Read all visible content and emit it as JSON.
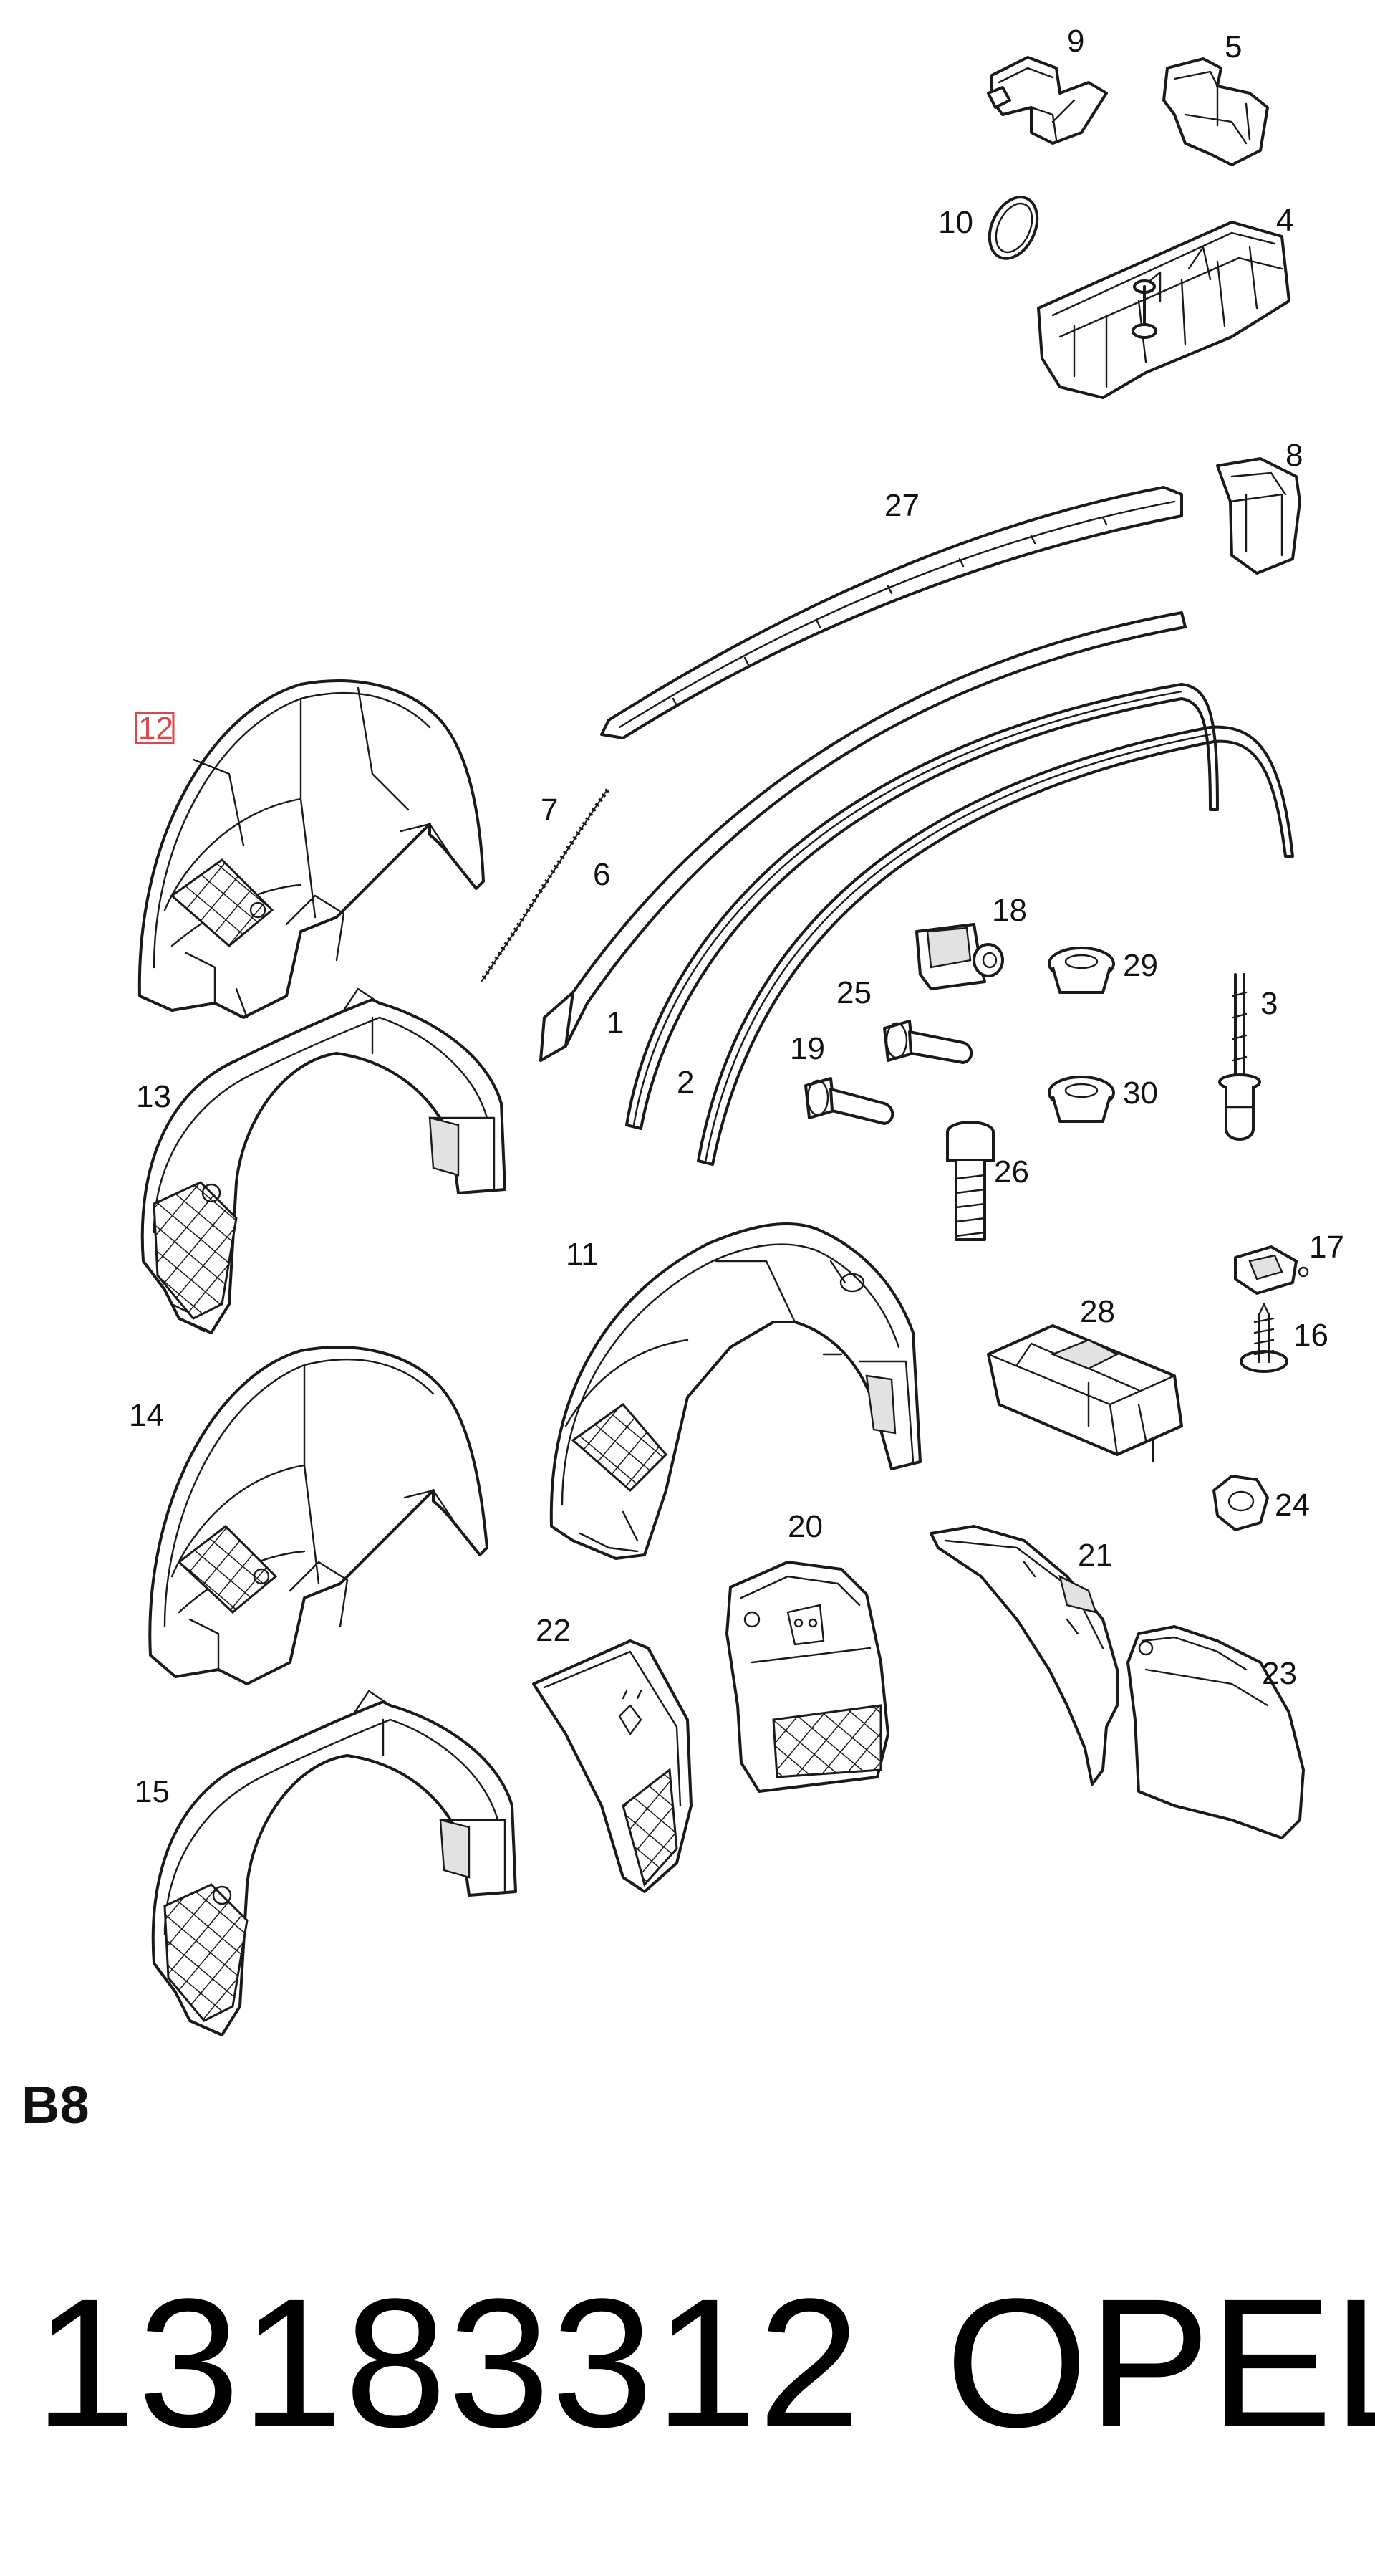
{
  "callouts": {
    "c9": "9",
    "c5": "5",
    "c10": "10",
    "c4": "4",
    "c8": "8",
    "c27": "27",
    "c12": "12",
    "c7": "7",
    "c6": "6",
    "c1": "1",
    "c2": "2",
    "c18": "18",
    "c29": "29",
    "c3": "3",
    "c25": "25",
    "c19": "19",
    "c30": "30",
    "c26": "26",
    "c13": "13",
    "c11": "11",
    "c17": "17",
    "c16": "16",
    "c28": "28",
    "c14": "14",
    "c24": "24",
    "c20": "20",
    "c21": "21",
    "c22": "22",
    "c23": "23",
    "c15": "15"
  },
  "highlighted_callout": "12",
  "group_label": "B8",
  "part_number": "13183312",
  "brand": "OPEL",
  "colors": {
    "highlight": "#d8484a",
    "line": "#1a1a1a",
    "background": "#ffffff"
  }
}
